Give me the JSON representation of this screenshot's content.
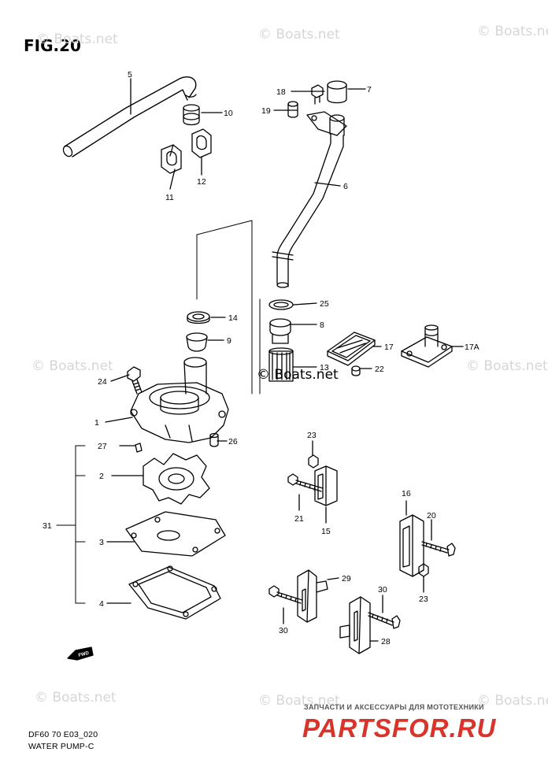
{
  "figure": {
    "title": "FIG.20",
    "code": "DF60 70 E03_020",
    "name": "WATER PUMP-C"
  },
  "watermark": {
    "text": "© Boats.net"
  },
  "shop": {
    "caption": "ЗАПЧАСТИ И АКСЕССУАРЫ ДЛЯ МОТОТЕХНИКИ",
    "logo": "PARTSFOR.RU",
    "brand_color": "#d9342b"
  },
  "callouts": {
    "c1": "1",
    "c2": "2",
    "c3": "3",
    "c4": "4",
    "c5": "5",
    "c6": "6",
    "c7": "7",
    "c8": "8",
    "c9": "9",
    "c10": "10",
    "c11": "11",
    "c12": "12",
    "c13": "13",
    "c14": "14",
    "c15": "15",
    "c16": "16",
    "c17": "17",
    "c17a": "17A",
    "c18": "18",
    "c19": "19",
    "c20": "20",
    "c21": "21",
    "c22": "22",
    "c23a": "23",
    "c23b": "23",
    "c24": "24",
    "c25": "25",
    "c26": "26",
    "c27": "27",
    "c28": "28",
    "c29": "29",
    "c30a": "30",
    "c30b": "30",
    "c31": "31"
  },
  "fwd_label": "FWD"
}
